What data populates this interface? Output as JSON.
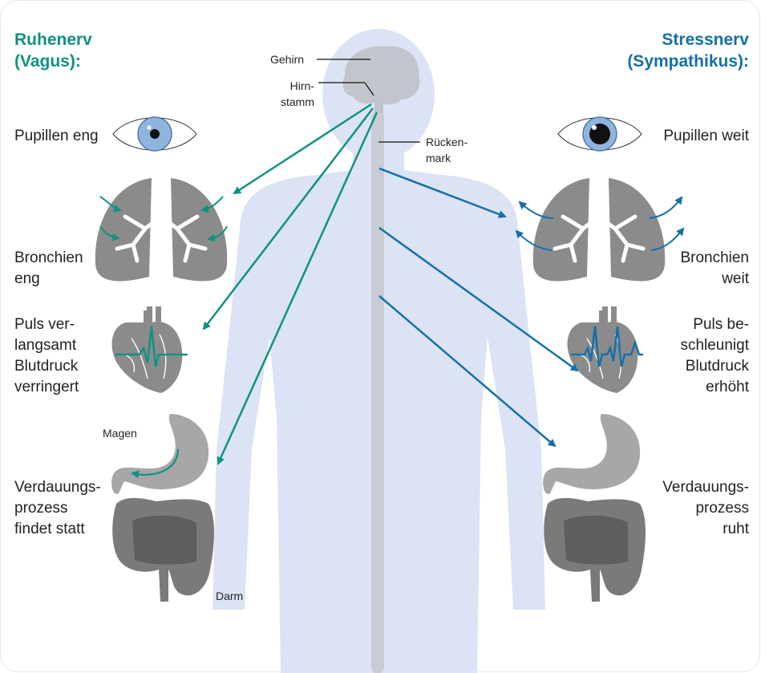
{
  "colors": {
    "vagus": "#10927f",
    "sympathikus": "#1670a8",
    "body": "#d9e1f3",
    "organ": "#8b8b8b",
    "organ_light": "#a7a7a7",
    "iris": "#8fb4de"
  },
  "left": {
    "title": [
      "Ruhenerv",
      "(Vagus):"
    ],
    "pupils": "Pupillen eng",
    "bronchi": [
      "Bronchien",
      "eng"
    ],
    "heart": [
      "Puls ver-",
      "langsamt",
      "Blutdruck",
      "verringert"
    ],
    "digestion": [
      "Verdauungs-",
      "prozess",
      "findet statt"
    ]
  },
  "right": {
    "title": [
      "Stressnerv",
      "(Sympathikus):"
    ],
    "pupils": "Pupillen weit",
    "bronchi": [
      "Bronchien",
      "weit"
    ],
    "heart": [
      "Puls be-",
      "schleunigt",
      "Blutdruck",
      "erhöht"
    ],
    "digestion": [
      "Verdauungs-",
      "prozess",
      "ruht"
    ]
  },
  "anatomy": {
    "brain": "Gehirn",
    "brainstem": [
      "Hirn-",
      "stamm"
    ],
    "spinal_cord": [
      "Rücken-",
      "mark"
    ],
    "stomach": "Magen",
    "intestine": "Darm"
  },
  "icons": [
    "eye-icon",
    "lungs-icon",
    "heart-icon",
    "stomach-icon",
    "intestine-icon",
    "brain-icon",
    "human-silhouette"
  ]
}
